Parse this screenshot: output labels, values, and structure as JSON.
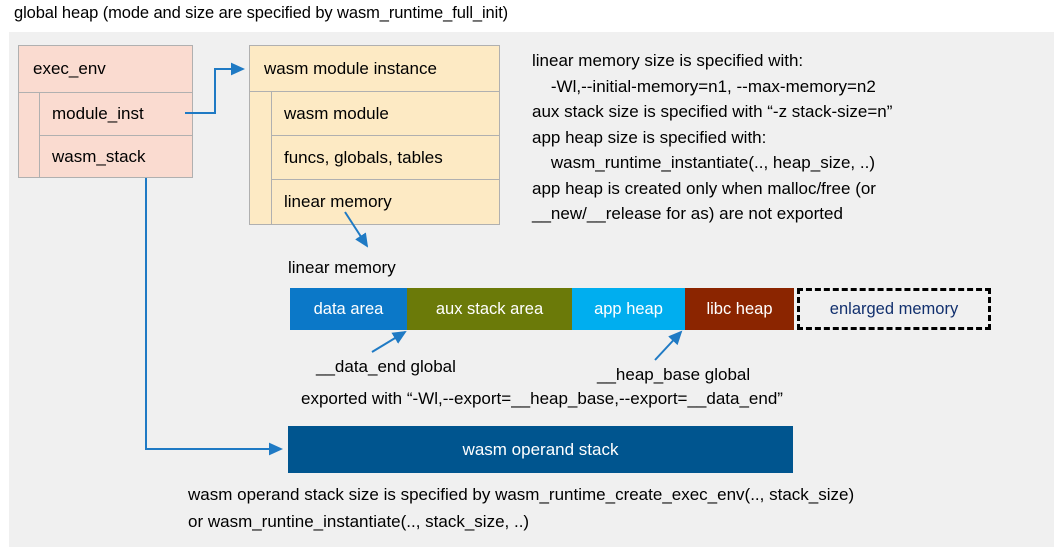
{
  "title": "global heap (mode and size are specified by wasm_runtime_full_init)",
  "colors": {
    "canvas_background": "#f0f0f0",
    "exec_env_fill": "#fadbd0",
    "module_instance_fill": "#fdeac4",
    "box_border": "#b0b0b0",
    "connector_blue": "#1f7ac4",
    "data_area": "#0b78c8",
    "aux_stack_area": "#6b7a09",
    "app_heap": "#00aeef",
    "libc_heap": "#8b2500",
    "enlarged_memory_text": "#12306e",
    "operand_stack": "#00558f"
  },
  "exec_env": {
    "header": "exec_env",
    "fields": [
      {
        "label": "module_inst"
      },
      {
        "label": "wasm_stack"
      }
    ]
  },
  "module_instance": {
    "header": "wasm module instance",
    "fields": [
      {
        "label": "wasm module"
      },
      {
        "label": "funcs, globals, tables"
      },
      {
        "label": "linear memory"
      }
    ]
  },
  "linear_memory_note": "linear memory size is specified with:\n    -Wl,--initial-memory=n1, --max-memory=n2\naux stack size is specified with “-z stack-size=n”\napp heap size is specified with:\n    wasm_runtime_instantiate(.., heap_size, ..)\napp heap is created only when malloc/free (or\n__new/__release for as) are not exported",
  "linear_memory": {
    "caption": "linear memory",
    "segments": [
      {
        "label": "data area",
        "color": "#0b78c8",
        "width": 117
      },
      {
        "label": "aux stack area",
        "color": "#6b7a09",
        "width": 165
      },
      {
        "label": "app heap",
        "color": "#00aeef",
        "width": 113
      },
      {
        "label": "libc heap",
        "color": "#8b2500",
        "width": 109
      },
      {
        "label": "enlarged memory",
        "color": "#f0f0f0",
        "width": 194
      }
    ]
  },
  "annotations": {
    "data_end": "__data_end global",
    "heap_base": "__heap_base global",
    "export_line": "exported with “-Wl,--export=__heap_base,--export=__data_end”"
  },
  "operand_stack": {
    "label": "wasm operand stack",
    "note": "wasm operand stack size is specified by wasm_runtime_create_exec_env(.., stack_size)\nor wasm_runtine_instantiate(.., stack_size, ..)"
  }
}
